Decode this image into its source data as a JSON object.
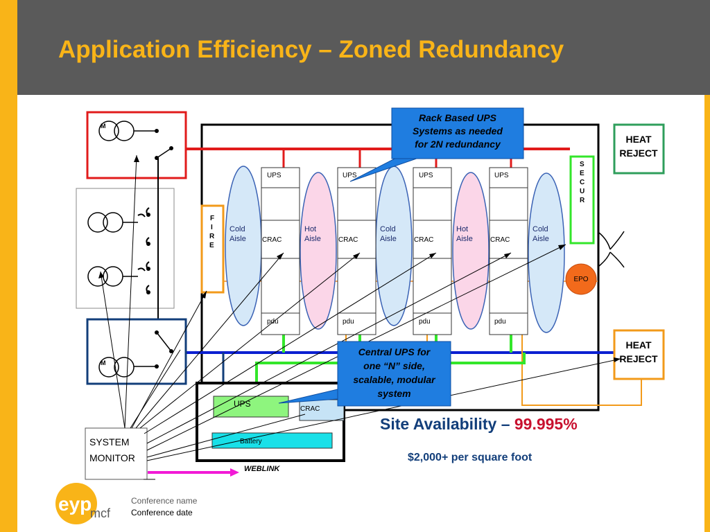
{
  "slide": {
    "title": "Application Efficiency – Zoned Redundancy",
    "availability_label": "Site Availability – ",
    "availability_value": "99.995%",
    "cost": "$2,000+ per square foot",
    "conference_name": "Conference name",
    "conference_date": "Conference date",
    "logo_text_left": "eyp",
    "logo_text_right": "mcf"
  },
  "colors": {
    "accent_orange": "#f9b418",
    "header_gray": "#5a5a5a",
    "utility_red": "#e11b1b",
    "utility_blue": "#0b1fd1",
    "heat_reject_green": "#2e9e5b",
    "heat_reject_orange": "#f29a1a",
    "callout_blue": "#1f7de0",
    "pdu_green": "#33e62a",
    "navy": "#123e7a"
  },
  "diagram": {
    "meter_label": "M",
    "heat_reject_label_1": "HEAT",
    "heat_reject_label_2": "REJECT",
    "secur_letters": [
      "S",
      "E",
      "C",
      "U",
      "R"
    ],
    "fire_letters": [
      "F",
      "I",
      "R",
      "E"
    ],
    "epo_label": "EPO",
    "ups_label": "UPS",
    "crac_label": "CRAC",
    "pdu_label": "pdu",
    "battery_label": "Battery",
    "system_monitor_1": "SYSTEM",
    "system_monitor_2": "MONITOR",
    "weblink_label": "WEBLINK",
    "aisles": [
      {
        "line1": "Cold",
        "line2": "Aisle"
      },
      {
        "line1": "Hot",
        "line2": "Aisle"
      },
      {
        "line1": "Cold",
        "line2": "Aisle"
      },
      {
        "line1": "Hot",
        "line2": "Aisle"
      },
      {
        "line1": "Cold",
        "line2": "Aisle"
      }
    ],
    "callout_rack": [
      "Rack Based UPS",
      "Systems as needed",
      "for 2N redundancy"
    ],
    "callout_central": [
      "Central UPS for",
      "one “N” side,",
      "scalable, modular",
      "system"
    ]
  }
}
